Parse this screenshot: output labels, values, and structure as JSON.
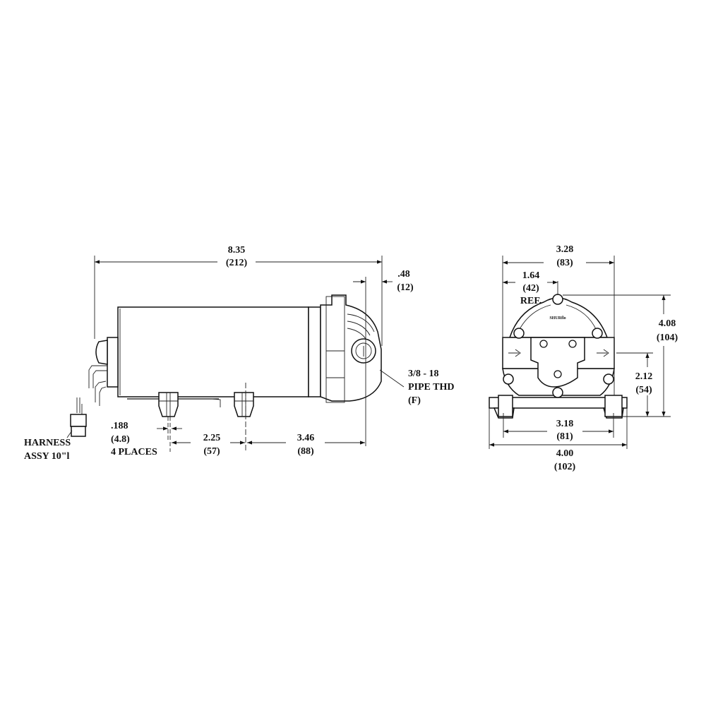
{
  "side_view": {
    "overall_length": {
      "in": "8.35",
      "mm": "(212)"
    },
    "port_offset": {
      "in": ".48",
      "mm": "(12)"
    },
    "port_thread": {
      "line1": "3/8 - 18",
      "line2": "PIPE THD",
      "line3": "(F)"
    },
    "mount_hole": {
      "in": ".188",
      "mm": "(4.8)",
      "note": "4 PLACES"
    },
    "foot_spacing": {
      "in": "2.25",
      "mm": "(57)"
    },
    "foot_to_end": {
      "in": "3.46",
      "mm": "(88)"
    },
    "harness": {
      "line1": "HARNESS",
      "line2": "ASSY  10\"l"
    }
  },
  "end_view": {
    "head_width": {
      "in": "3.28",
      "mm": "(83)"
    },
    "half_width": {
      "in": "1.64",
      "mm": "(42)",
      "note": "REF."
    },
    "overall_height": {
      "in": "4.08",
      "mm": "(104)"
    },
    "port_height": {
      "in": "2.12",
      "mm": "(54)"
    },
    "mount_spacing": {
      "in": "3.18",
      "mm": "(81)"
    },
    "base_width": {
      "in": "4.00",
      "mm": "(102)"
    },
    "logo_text": "SHURflo"
  }
}
